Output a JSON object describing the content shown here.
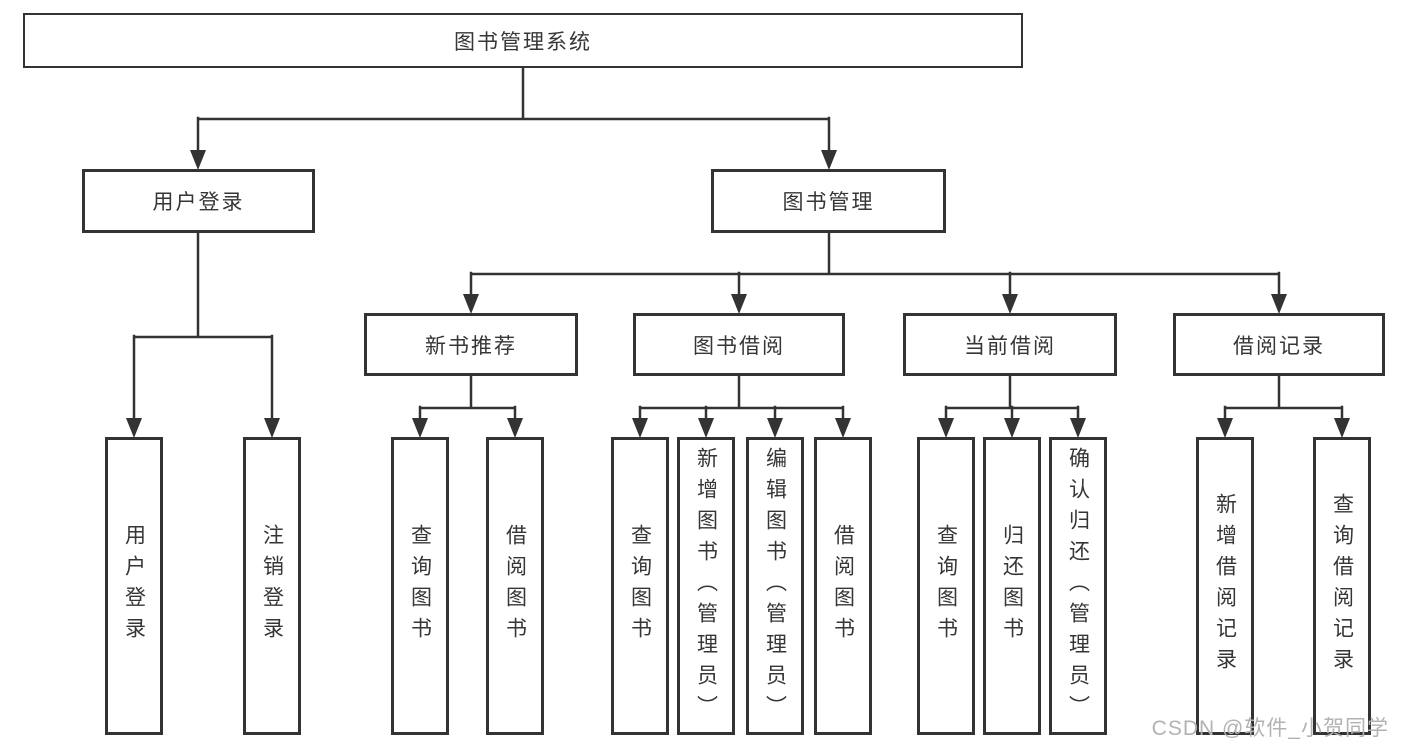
{
  "diagram": {
    "type": "tree",
    "orientation": "top-down",
    "colors": {
      "line": "#333333",
      "box_border": "#333333",
      "text": "#363636",
      "background": "#ffffff",
      "watermark_text": "#b2b2b2"
    },
    "tree": {
      "label": "图书管理系统",
      "children": [
        {
          "label": "用户登录",
          "children": [
            {
              "label": "用户登录"
            },
            {
              "label": "注销登录"
            }
          ]
        },
        {
          "label": "图书管理",
          "children": [
            {
              "label": "新书推荐",
              "children": [
                {
                  "label": "查询图书"
                },
                {
                  "label": "借阅图书"
                }
              ]
            },
            {
              "label": "图书借阅",
              "children": [
                {
                  "label": "查询图书"
                },
                {
                  "label": "新增图书（管理员）"
                },
                {
                  "label": "编辑图书（管理员）"
                },
                {
                  "label": "借阅图书"
                }
              ]
            },
            {
              "label": "当前借阅",
              "children": [
                {
                  "label": "查询图书"
                },
                {
                  "label": "归还图书"
                },
                {
                  "label": "确认归还（管理员）"
                }
              ]
            },
            {
              "label": "借阅记录",
              "children": [
                {
                  "label": "新增借阅记录"
                },
                {
                  "label": "查询借阅记录"
                }
              ]
            }
          ]
        }
      ]
    },
    "watermark": "CSDN @软件_小贺同学"
  }
}
